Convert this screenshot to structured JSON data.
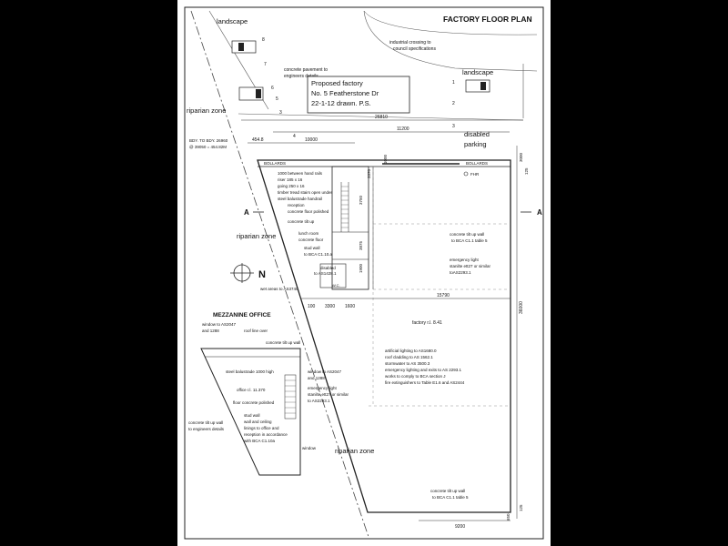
{
  "sheet_title": "FACTORY FLOOR PLAN",
  "title_block": {
    "line1": "Proposed factory",
    "line2": "No. 5 Featherstone Dr",
    "line3": "22-1-12   drawn.  P.S."
  },
  "zones": {
    "landscape_top_left": "landscape",
    "landscape_right": "landscape",
    "riparian_top": "riparian zone",
    "riparian_mid": "riparian zone",
    "riparian_bottom": "riparian zone",
    "disabled_parking_1": "disabled",
    "disabled_parking_2": "parking"
  },
  "notes": {
    "industrial_crossing_1": "industrial crossing to",
    "industrial_crossing_2": "council specifications",
    "pavement_1": "concrete pavement to",
    "pavement_2": "engineers details",
    "bdy_1": "BDY. TO BDY. 26960",
    "bdy_2": "@ 39050 = 454.82M",
    "bollards_left": "BOLLARDS",
    "bollards_right": "BOLLARDS",
    "fhr": "FHR",
    "stairs_1": "1000 between hand rails",
    "stairs_2": "riser 185 x 16",
    "stairs_3": "going 250 x 16",
    "stairs_4": "timber tread stairs open under",
    "stairs_5": "steel balustrade handrail",
    "reception": "reception",
    "reception_floor": "concrete floor polished",
    "tilt_up": "concrete tilt up",
    "lunch_1": "lunch room",
    "lunch_2": "concrete floor",
    "stud_1": "stud wall",
    "stud_2": "to BCA C1.10.a",
    "disabled_wc_1": "disabled",
    "disabled_wc_2": "to AS1428.1",
    "wet_areas": "wet areas to AS3740",
    "wc": "W.C.",
    "tilt_wall_r1": "concrete tilt up wall",
    "tilt_wall_r2": "to BCA C1.1 table 5",
    "emerg_r1": "emergency light",
    "emerg_r2": "stanilte ett27 or similar",
    "emerg_r3": "toAS2293.1",
    "factory_rl": "factory r.l. 8.41",
    "lighting_1": "artificial lighting to AS1680.0",
    "lighting_2": "roof cladding to AS 1562.1",
    "lighting_3": "stormwater to AS 3500.3",
    "lighting_4": "emergency lighting and exits to AS 2293.1",
    "lighting_5": "works to comply to BCA section J",
    "lighting_6": "fire extinguishers to Table E1.6 and AS2444",
    "tilt_wall_b1": "concrete tilt up wall",
    "tilt_wall_b2": "to BCA C1.1 table 5",
    "section_left": "A",
    "section_right": "A",
    "north": "N"
  },
  "mezzanine": {
    "title": "MEZZANINE OFFICE",
    "window_1": "window to AS2047",
    "window_2": "and 1288",
    "roof_line": "roof line over",
    "tilt_wall": "concrete tilt up wall",
    "balustrade": "steel balustrade 1000 high",
    "window_b1": "window to AS2047",
    "window_b2": "and 1288",
    "office_rl": "office r.l. 11.370",
    "floor": "floor concrete polished",
    "emerg_1": "emergency light",
    "emerg_2": "stanilte ett27 or similar",
    "emerg_3": "to AS2293.1",
    "stud_1": "stud wall",
    "stud_2": "wall and ceiling",
    "stud_3": "linings to office and",
    "stud_4": "reception in accordance",
    "stud_5": "with BCA C1.10a",
    "tilt_left_1": "concrete tilt up wall",
    "tilt_left_2": "to engineers details",
    "window_label": "window"
  },
  "dimensions": {
    "d26810": "26810",
    "d11200": "11200",
    "d10000": "10000",
    "d4548": "454.8",
    "d15790": "15790",
    "d36000": "36000",
    "d9200": "9200",
    "d3000": "3000",
    "d125a": "125",
    "d125b": "125",
    "d650": "650",
    "d3750": "3750",
    "d3875": "3875",
    "d1900": "1900",
    "d100": "100",
    "d3300": "3300",
    "d1600": "1600",
    "d1000": "1000",
    "d3370": "3370"
  },
  "parking_numbers": [
    "8",
    "7",
    "6",
    "5",
    "3",
    "4",
    "1",
    "2",
    "3"
  ]
}
